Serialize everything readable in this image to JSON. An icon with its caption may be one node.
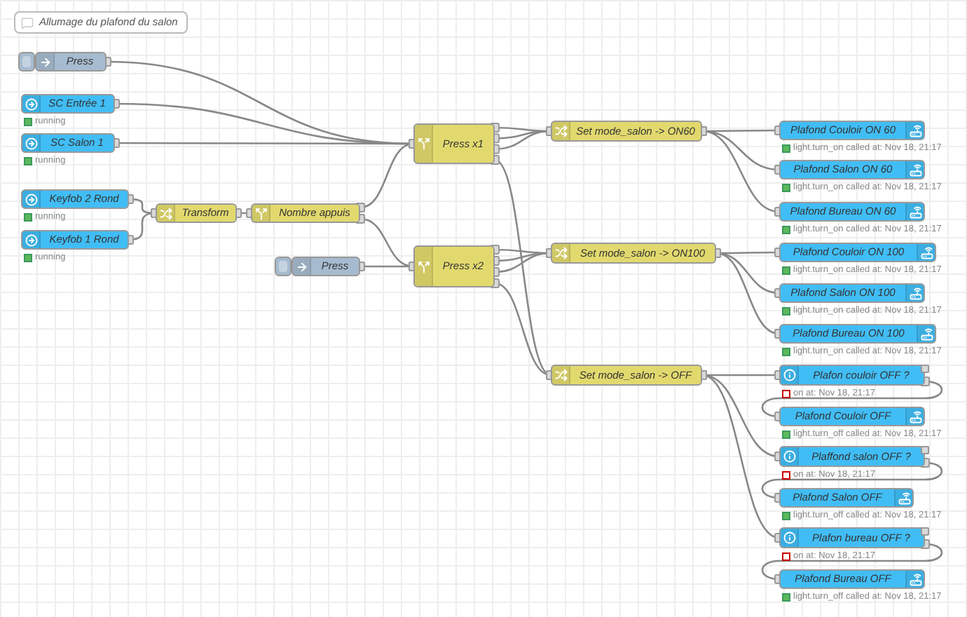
{
  "diagram": {
    "nodes": [
      {
        "text": [
          "Allumage du plafond du salon"
        ]
      },
      {
        "text": [
          "Press"
        ]
      },
      {
        "text": [
          "SC Entrée 1"
        ],
        "beside": [
          "running"
        ]
      },
      {
        "text": [
          "SC Salon 1"
        ],
        "beside": [
          "running"
        ]
      },
      {
        "text": [
          "Keyfob 2 Rond"
        ],
        "beside": [
          "running"
        ]
      },
      {
        "text": [
          "Keyfob 1 Rond"
        ],
        "beside": [
          "running"
        ]
      },
      {
        "text": [
          "Transform"
        ]
      },
      {
        "text": [
          "Nombre appuis"
        ]
      },
      {
        "text": [
          "Press"
        ]
      },
      {
        "text": [
          "Press x1"
        ]
      },
      {
        "text": [
          "Press x2"
        ]
      },
      {
        "text": [
          "Set mode_salon -> ON60"
        ]
      },
      {
        "text": [
          "Set mode_salon -> ON100"
        ]
      },
      {
        "text": [
          "Set mode_salon -> OFF"
        ]
      },
      {
        "text": [
          "Plafond Couloir ON 60"
        ],
        "beside": [
          "light.turn_on called at: Nov 18, 21:17"
        ]
      },
      {
        "text": [
          "Plafond Salon ON 60"
        ],
        "beside": [
          "light.turn_on called at: Nov 18, 21:17"
        ]
      },
      {
        "text": [
          "Plafond Bureau ON 60"
        ],
        "beside": [
          "light.turn_on called at: Nov 18, 21:17"
        ]
      },
      {
        "text": [
          "Plafond Couloir ON 100"
        ],
        "beside": [
          "light.turn_on called at: Nov 18, 21:17"
        ]
      },
      {
        "text": [
          "Plafond Salon ON 100"
        ],
        "beside": [
          "light.turn_on called at: Nov 18, 21:17"
        ]
      },
      {
        "text": [
          "Plafond Bureau ON 100"
        ],
        "beside": [
          "light.turn_on called at: Nov 18, 21:17"
        ]
      },
      {
        "text": [
          "Plafon couloir OFF ?"
        ],
        "beside": [
          "on at: Nov 18, 21:17"
        ]
      },
      {
        "text": [
          "Plafond Couloir OFF"
        ],
        "beside": [
          "light.turn_off called at: Nov 18, 21:17"
        ]
      },
      {
        "text": [
          "Plaffond salon OFF ?"
        ],
        "beside": [
          "on at: Nov 18, 21:17"
        ]
      },
      {
        "text": [
          "Plafond Salon OFF"
        ],
        "beside": [
          "light.turn_off called at: Nov 18, 21:17"
        ]
      },
      {
        "text": [
          "Plafon bureau OFF ?"
        ],
        "beside": [
          "on at: Nov 18, 21:17"
        ]
      },
      {
        "text": [
          "Plafond Bureau OFF"
        ],
        "beside": [
          "light.turn_off called at: Nov 18, 21:17"
        ]
      }
    ],
    "edges": [
      {
        "from": 1,
        "to": 9,
        "arrow": "other"
      },
      {
        "from": 2,
        "to": 9,
        "arrow": "other"
      },
      {
        "from": 3,
        "to": 9,
        "arrow": "other"
      },
      {
        "from": 4,
        "to": 6,
        "arrow": "other"
      },
      {
        "from": 5,
        "to": 6,
        "arrow": "other"
      },
      {
        "from": 6,
        "to": 7,
        "arrow": "other"
      },
      {
        "from": 7,
        "to": 9,
        "arrow": "other"
      },
      {
        "from": 7,
        "to": 10,
        "arrow": "other"
      },
      {
        "from": 8,
        "to": 10,
        "arrow": "other"
      },
      {
        "from": 9,
        "to": 11,
        "arrow": "other"
      },
      {
        "from": 9,
        "to": 11,
        "arrow": "other"
      },
      {
        "from": 9,
        "to": 11,
        "arrow": "other"
      },
      {
        "from": 9,
        "to": 13,
        "arrow": "other"
      },
      {
        "from": 10,
        "to": 12,
        "arrow": "other"
      },
      {
        "from": 10,
        "to": 12,
        "arrow": "other"
      },
      {
        "from": 10,
        "to": 12,
        "arrow": "other"
      },
      {
        "from": 10,
        "to": 13,
        "arrow": "other"
      },
      {
        "from": 11,
        "to": 14,
        "arrow": "other"
      },
      {
        "from": 11,
        "to": 15,
        "arrow": "other"
      },
      {
        "from": 11,
        "to": 16,
        "arrow": "other"
      },
      {
        "from": 12,
        "to": 17,
        "arrow": "other"
      },
      {
        "from": 12,
        "to": 18,
        "arrow": "other"
      },
      {
        "from": 12,
        "to": 19,
        "arrow": "other"
      },
      {
        "from": 13,
        "to": 20,
        "arrow": "other"
      },
      {
        "from": 13,
        "to": 22,
        "arrow": "other"
      },
      {
        "from": 13,
        "to": 24,
        "arrow": "other"
      },
      {
        "from": 20,
        "to": 21,
        "arrow": "other"
      },
      {
        "from": 22,
        "to": 23,
        "arrow": "other"
      },
      {
        "from": 24,
        "to": 25,
        "arrow": "other"
      }
    ]
  }
}
